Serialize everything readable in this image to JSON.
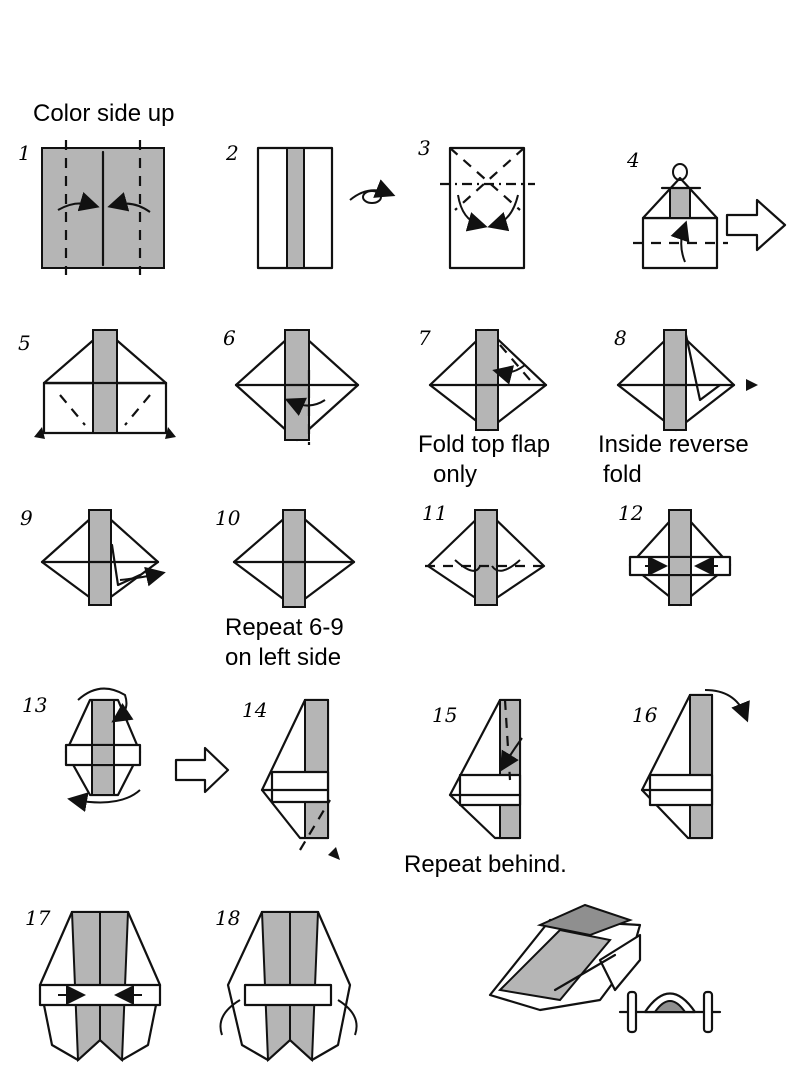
{
  "instructions": {
    "color_side_up": "Color side up",
    "step7_line1": "Fold top flap",
    "step7_line2": "only",
    "step8_line1": "Inside reverse",
    "step8_line2": "fold",
    "step10_line1": "Repeat 6-9",
    "step10_line2": "on left side",
    "step15_note": "Repeat behind."
  },
  "step_numbers": [
    "1",
    "2",
    "3",
    "4",
    "5",
    "6",
    "7",
    "8",
    "9",
    "10",
    "11",
    "12",
    "13",
    "14",
    "15",
    "16",
    "17",
    "18"
  ],
  "colors": {
    "paper_color": "#b5b5b5",
    "paper_dark": "#8f8f8f",
    "line": "#111111"
  }
}
